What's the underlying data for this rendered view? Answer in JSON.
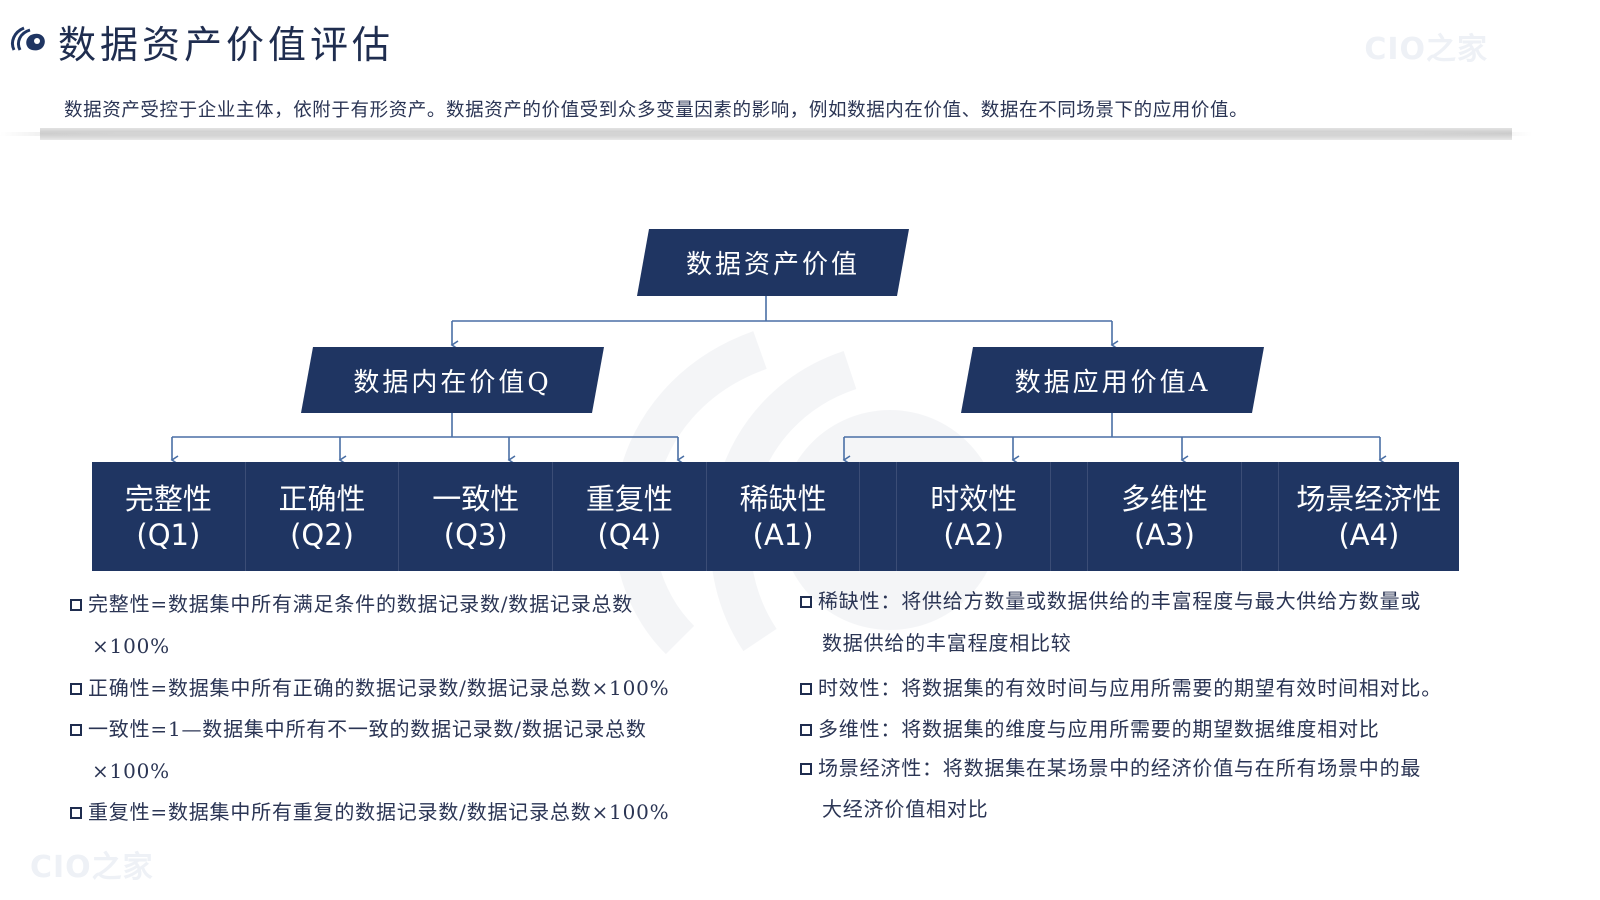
{
  "header": {
    "title": "数据资产价值评估",
    "watermark": "CIO之家",
    "subtitle": "数据资产受控于企业主体，依附于有形资产。数据资产的价值受到众多变量因素的影响，例如数据内在价值、数据在不同场景下的应用价值。"
  },
  "diagram": {
    "root": "数据资产价值",
    "branches": [
      {
        "label": "数据内在价值Q"
      },
      {
        "label": "数据应用价值A"
      }
    ],
    "leaves": [
      {
        "name": "完整性",
        "code": "(Q1)"
      },
      {
        "name": "正确性",
        "code": "(Q2)"
      },
      {
        "name": "一致性",
        "code": "(Q3)"
      },
      {
        "name": "重复性",
        "code": "(Q4)"
      },
      {
        "name": "稀缺性",
        "code": "(A1)"
      },
      {
        "name": "时效性",
        "code": "(A2)"
      },
      {
        "name": "多维性",
        "code": "(A3)"
      },
      {
        "name": "场景经济性",
        "code": "(A4)"
      }
    ]
  },
  "descriptions": {
    "left": [
      {
        "line1": "完整性=数据集中所有满足条件的数据记录数/数据记录总数",
        "line2": "×100%"
      },
      {
        "line1": "正确性=数据集中所有正确的数据记录数/数据记录总数×100%"
      },
      {
        "line1": "一致性=1—数据集中所有不一致的数据记录数/数据记录总数",
        "line2": "×100%"
      },
      {
        "line1": "重复性=数据集中所有重复的数据记录数/数据记录总数×100%"
      }
    ],
    "right": [
      {
        "line1": "稀缺性：将供给方数量或数据供给的丰富程度与最大供给方数量或",
        "line2": "数据供给的丰富程度相比较"
      },
      {
        "line1": "时效性：将数据集的有效时间与应用所需要的期望有效时间相对比。"
      },
      {
        "line1": "多维性：将数据集的维度与应用所需要的期望数据维度相对比"
      },
      {
        "line1": "场景经济性：将数据集在某场景中的经济价值与在所有场景中的最",
        "line2": "大经济价值相对比"
      }
    ]
  },
  "colors": {
    "primary": "#1f3562",
    "connector": "#4a6fa5",
    "text": "#2b3554"
  }
}
